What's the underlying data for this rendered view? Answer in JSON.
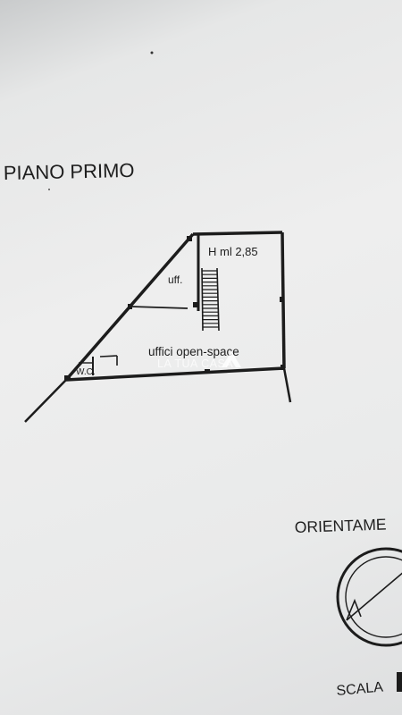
{
  "floor_title": "PIANO PRIMO",
  "rooms": {
    "height_label": "H ml 2,85",
    "office_small": "uff.",
    "office_open": "uffici open-space",
    "wc": "W.C."
  },
  "watermark": "LA TUA CASA",
  "side": {
    "orientation": "ORIENTAME",
    "scale": "SCALA"
  }
}
